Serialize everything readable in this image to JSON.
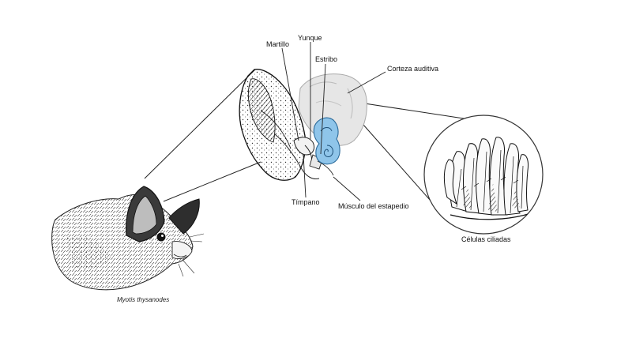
{
  "labels": {
    "martillo": "Martillo",
    "yunque": "Yunque",
    "estribo": "Estribo",
    "corteza": "Corteza auditiva",
    "timpano": "Tímpano",
    "musculo": "Músculo del estapedio",
    "celulas": "Células ciliadas",
    "especie": "Myotis thysanodes"
  },
  "colors": {
    "ink": "#1a1a1a",
    "cochlea": "#8fc5ea",
    "brain": "#d4d4d4"
  }
}
